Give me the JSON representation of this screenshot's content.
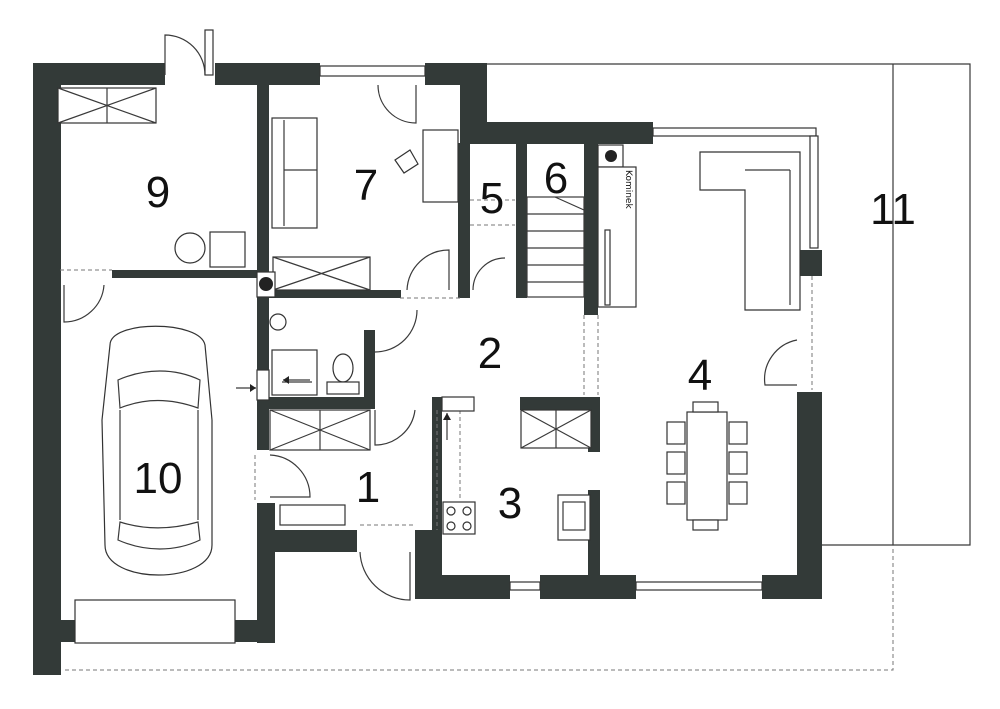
{
  "plan": {
    "rooms": [
      {
        "id": "room-1",
        "number": "1"
      },
      {
        "id": "room-2",
        "number": "2"
      },
      {
        "id": "room-3",
        "number": "3"
      },
      {
        "id": "room-4",
        "number": "4"
      },
      {
        "id": "room-5",
        "number": "5"
      },
      {
        "id": "room-6",
        "number": "6"
      },
      {
        "id": "room-7",
        "number": "7"
      },
      {
        "id": "room-9",
        "number": "9"
      },
      {
        "id": "room-10",
        "number": "10"
      },
      {
        "id": "room-11",
        "number": "11"
      }
    ],
    "fireplace_label": "Kominek"
  },
  "colors": {
    "wall": "#333a38",
    "line": "#3a3a3a",
    "background": "#ffffff"
  }
}
